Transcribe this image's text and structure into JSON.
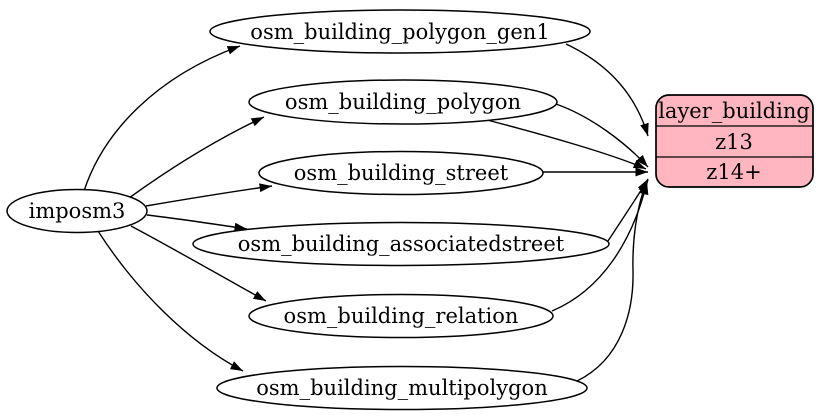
{
  "diagram": {
    "kind": "etl-graph",
    "background": "#ffffff",
    "colors": {
      "edge_stroke": "#000000",
      "table_fill": "#ffffff",
      "table_stroke": "#000000",
      "layer_fill": "#ffb6c1",
      "text": "#000000"
    },
    "nodes": {
      "imposm3": {
        "label": "imposm3",
        "shape": "ellipse"
      },
      "polygon_gen1": {
        "label": "osm_building_polygon_gen1",
        "shape": "ellipse"
      },
      "polygon": {
        "label": "osm_building_polygon",
        "shape": "ellipse"
      },
      "street": {
        "label": "osm_building_street",
        "shape": "ellipse"
      },
      "associatedstreet": {
        "label": "osm_building_associatedstreet",
        "shape": "ellipse"
      },
      "relation": {
        "label": "osm_building_relation",
        "shape": "ellipse"
      },
      "multipolygon": {
        "label": "osm_building_multipolygon",
        "shape": "ellipse"
      },
      "layer_building": {
        "title": "layer_building",
        "rows": [
          "z13",
          "z14+"
        ],
        "shape": "record",
        "fill_color": "#ffb6c1"
      }
    },
    "edges": [
      {
        "from": "imposm3",
        "to": "osm_building_polygon_gen1"
      },
      {
        "from": "imposm3",
        "to": "osm_building_polygon"
      },
      {
        "from": "imposm3",
        "to": "osm_building_street"
      },
      {
        "from": "imposm3",
        "to": "osm_building_associatedstreet"
      },
      {
        "from": "imposm3",
        "to": "osm_building_relation"
      },
      {
        "from": "imposm3",
        "to": "osm_building_multipolygon"
      },
      {
        "from": "osm_building_polygon_gen1",
        "to": "layer_building:z13"
      },
      {
        "from": "osm_building_polygon",
        "to": "layer_building:z14+"
      },
      {
        "from": "osm_building_street",
        "to": "layer_building:z14+"
      },
      {
        "from": "osm_building_associatedstreet",
        "to": "layer_building:z14+"
      },
      {
        "from": "osm_building_relation",
        "to": "layer_building:z14+"
      },
      {
        "from": "osm_building_multipolygon",
        "to": "layer_building:z14+"
      }
    ]
  }
}
